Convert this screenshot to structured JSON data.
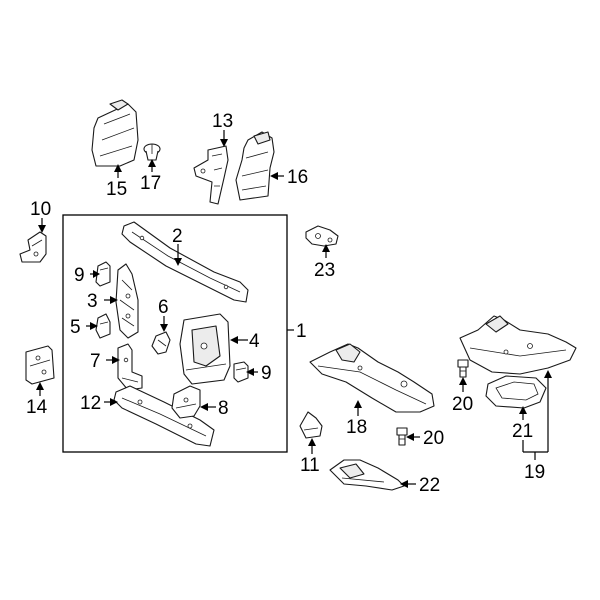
{
  "diagram": {
    "type": "exploded parts diagram",
    "line_color": "#000000",
    "background_color": "#ffffff",
    "callouts": [
      {
        "id": "c1",
        "label": "1"
      },
      {
        "id": "c2",
        "label": "2"
      },
      {
        "id": "c3",
        "label": "3"
      },
      {
        "id": "c4",
        "label": "4"
      },
      {
        "id": "c5",
        "label": "5"
      },
      {
        "id": "c6",
        "label": "6"
      },
      {
        "id": "c7",
        "label": "7"
      },
      {
        "id": "c8",
        "label": "8"
      },
      {
        "id": "c9a",
        "label": "9"
      },
      {
        "id": "c9b",
        "label": "9"
      },
      {
        "id": "c10",
        "label": "10"
      },
      {
        "id": "c11",
        "label": "11"
      },
      {
        "id": "c12",
        "label": "12"
      },
      {
        "id": "c13",
        "label": "13"
      },
      {
        "id": "c14",
        "label": "14"
      },
      {
        "id": "c15",
        "label": "15"
      },
      {
        "id": "c16",
        "label": "16"
      },
      {
        "id": "c17",
        "label": "17"
      },
      {
        "id": "c18",
        "label": "18"
      },
      {
        "id": "c19",
        "label": "19"
      },
      {
        "id": "c20a",
        "label": "20"
      },
      {
        "id": "c20b",
        "label": "20"
      },
      {
        "id": "c21",
        "label": "21"
      },
      {
        "id": "c22",
        "label": "22"
      },
      {
        "id": "c23",
        "label": "23"
      }
    ]
  }
}
